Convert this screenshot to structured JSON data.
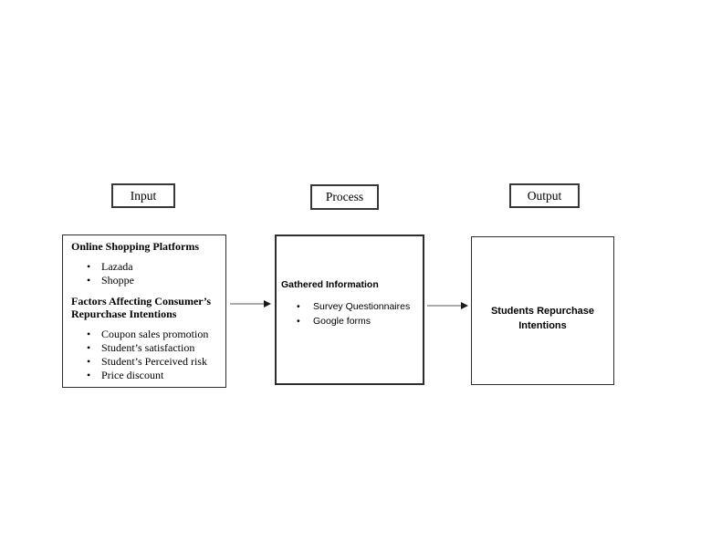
{
  "diagram": {
    "headers": {
      "input": "Input",
      "process": "Process",
      "output": "Output"
    },
    "input_box": {
      "sections": [
        {
          "heading": "Online Shopping Platforms",
          "bullets": [
            "Lazada",
            "Shoppe"
          ]
        },
        {
          "heading": "Factors Affecting Consumer’s Repurchase Intentions",
          "bullets": [
            "Coupon sales promotion",
            "Student’s satisfaction",
            "Student’s Perceived risk",
            "Price discount"
          ]
        }
      ]
    },
    "process_box": {
      "heading": "Gathered Information",
      "bullets": [
        "Survey Questionnaires",
        "Google forms"
      ]
    },
    "output_box": {
      "text": "Students Repurchase Intentions"
    },
    "colors": {
      "box_border": "#2e2e2e",
      "text": "#000000",
      "arrow_line": "#7a7a7a",
      "arrow_head": "#1a1a1a",
      "background": "#ffffff"
    }
  }
}
